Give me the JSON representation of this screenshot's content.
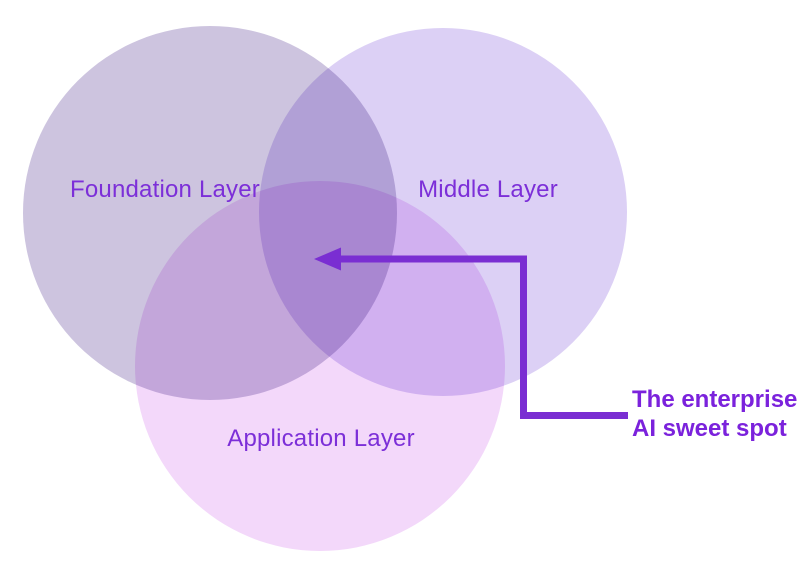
{
  "venn": {
    "background": "#ffffff",
    "label_color": "#7C2FD8",
    "circles": [
      {
        "name": "foundation",
        "label": "Foundation Layer",
        "color": "#CDC4DF"
      },
      {
        "name": "middle",
        "label": "Middle Layer",
        "color": "#DCD0F5"
      },
      {
        "name": "application",
        "label": "Application Layer",
        "color": "#F3D8FA"
      }
    ]
  },
  "annotation": {
    "line1": "The enterprise",
    "line2": "AI sweet spot",
    "text_color": "#7B22DC",
    "arrow_color": "#7A2ED2"
  }
}
